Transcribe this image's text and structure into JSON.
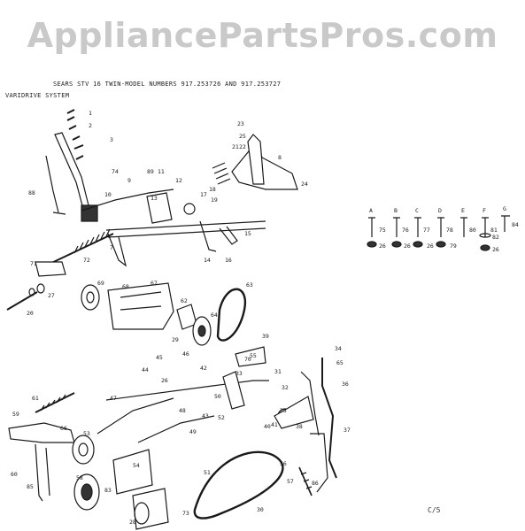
{
  "watermark": "AppliancePartsPros.com",
  "title": "SEARS STV 16 TWIN-MODEL NUMBERS 917.253726 AND 917.253727",
  "subtitle": "VARIDRIVE SYSTEM",
  "page_code": "C/5",
  "hardware_letters": [
    "A",
    "B",
    "C",
    "D",
    "E",
    "F",
    "G"
  ],
  "hardware_numbers": [
    "75",
    "76",
    "77",
    "78",
    "80",
    "81",
    "84"
  ],
  "hardware_lower": [
    "26",
    "26",
    "26",
    "79",
    "82",
    "26"
  ],
  "part_numbers": {
    "p1": "1",
    "p2": "2",
    "p3": "3",
    "p7": "7",
    "p8": "8",
    "p9": "9",
    "p10": "10",
    "p11": "11",
    "p12": "12",
    "p13": "13",
    "p14": "14",
    "p15": "15",
    "p16": "16",
    "p17": "17",
    "p18": "18",
    "p19": "19",
    "p20": "20",
    "p21": "21",
    "p22": "22",
    "p23": "23",
    "p24": "24",
    "p25": "25",
    "p26": "26",
    "p27": "27",
    "p28": "28",
    "p29": "29",
    "p30": "30",
    "p31": "31",
    "p32": "32",
    "p33": "33",
    "p34": "34",
    "p35": "35",
    "p36": "36",
    "p37": "37",
    "p38": "38",
    "p39": "39",
    "p40": "40",
    "p41": "41",
    "p42": "42",
    "p43": "43",
    "p44": "44",
    "p45": "45",
    "p46": "46",
    "p47": "47",
    "p48": "48",
    "p49": "49",
    "p50": "50",
    "p51": "51",
    "p52": "52",
    "p53": "53",
    "p54": "54",
    "p55": "55",
    "p56": "56",
    "p57": "57",
    "p58": "58",
    "p59": "59",
    "p60": "60",
    "p61": "61",
    "p62": "62",
    "p63": "63",
    "p64": "64",
    "p65": "65",
    "p66": "66",
    "p67": "67",
    "p68": "68",
    "p69": "69",
    "p70": "70",
    "p71": "71",
    "p72": "72",
    "p73": "73",
    "p74": "74",
    "p83": "83",
    "p85": "85",
    "p86": "86",
    "p88": "88",
    "p89": "89"
  },
  "colors": {
    "ink": "#1a1a1a",
    "watermark": "#c9c9c9",
    "background": "#ffffff"
  }
}
